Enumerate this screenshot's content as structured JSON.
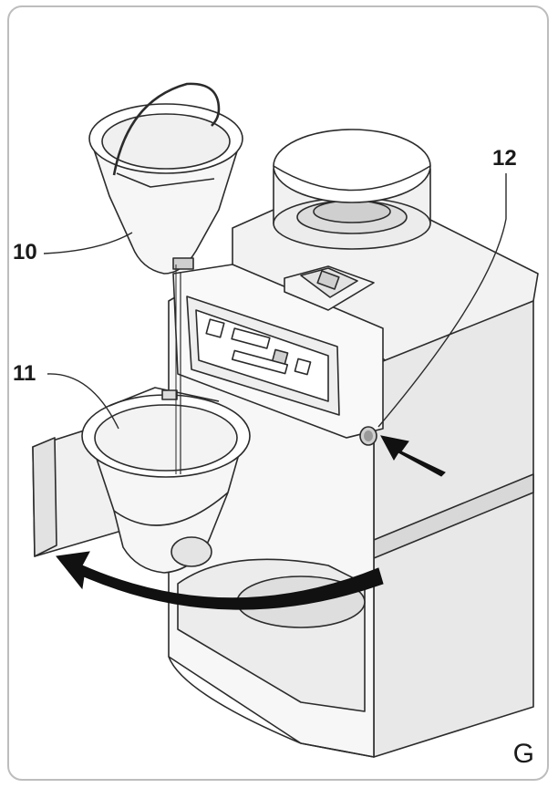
{
  "callouts": {
    "filter_holder": "10",
    "swing_filter": "11",
    "release_button": "12"
  },
  "figure_letter": "G",
  "colors": {
    "line": "#2b2b2b",
    "shade": "#e6e6e6",
    "shade_dark": "#cfcfcf",
    "arrow": "#111111",
    "frame": "#bdbdbd"
  }
}
